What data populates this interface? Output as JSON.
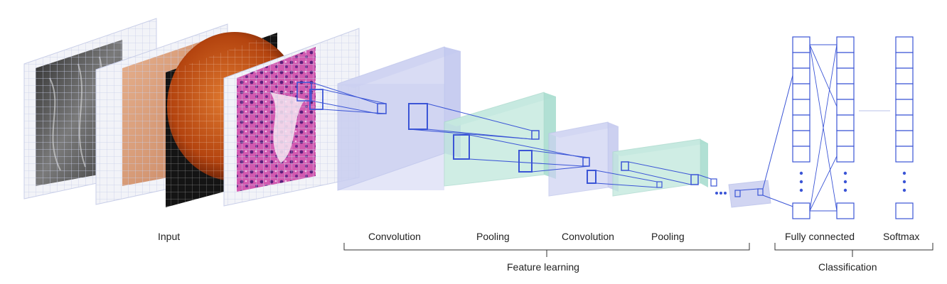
{
  "labels": {
    "input": "Input",
    "convolution_1": "Convolution",
    "pooling_1": "Pooling",
    "convolution_2": "Convolution",
    "pooling_2": "Pooling",
    "fully_connected": "Fully connected",
    "softmax": "Softmax",
    "feature_learning": "Feature learning",
    "classification": "Classification"
  },
  "input_images": [
    {
      "name": "grayscale-scan-image",
      "tone": "#5a5a5a"
    },
    {
      "name": "skin-image",
      "tone": "#d9a07e"
    },
    {
      "name": "retina-fundus-image",
      "tone": "#c4541a"
    },
    {
      "name": "histology-image",
      "tone": "#c2409a"
    }
  ],
  "colors": {
    "line": "#3b55d6",
    "conv_block": "#c9cef0",
    "pool_block": "#bfe7dc",
    "grid": "#c9cfe8",
    "bracket": "#333333"
  }
}
